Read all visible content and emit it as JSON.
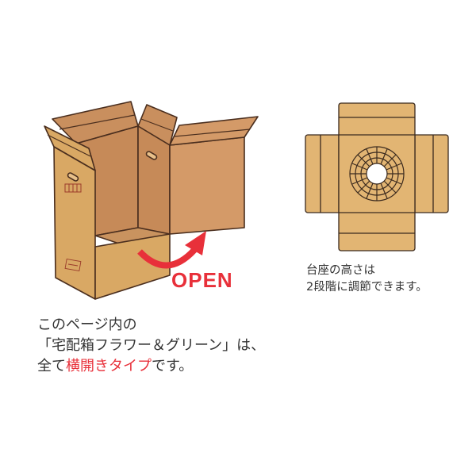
{
  "box_figure": {
    "open_label": "OPEN",
    "colors": {
      "box_front": "#d9a864",
      "box_inner": "#c98f5e",
      "box_outline": "#4a2e1e",
      "arrow": "#e8303a"
    }
  },
  "base_figure": {
    "caption_lines": [
      "台座の高さは",
      "2段階に調節できます。"
    ],
    "colors": {
      "fill": "#e2b573",
      "outline": "#3b2a1e"
    }
  },
  "main_caption": {
    "line1": "このページ内の",
    "line2": "「宅配箱フラワー＆グリーン」は、",
    "line3_prefix": "全て",
    "line3_highlight": "横開きタイプ",
    "line3_suffix": "です。",
    "highlight_color": "#e8303a"
  }
}
